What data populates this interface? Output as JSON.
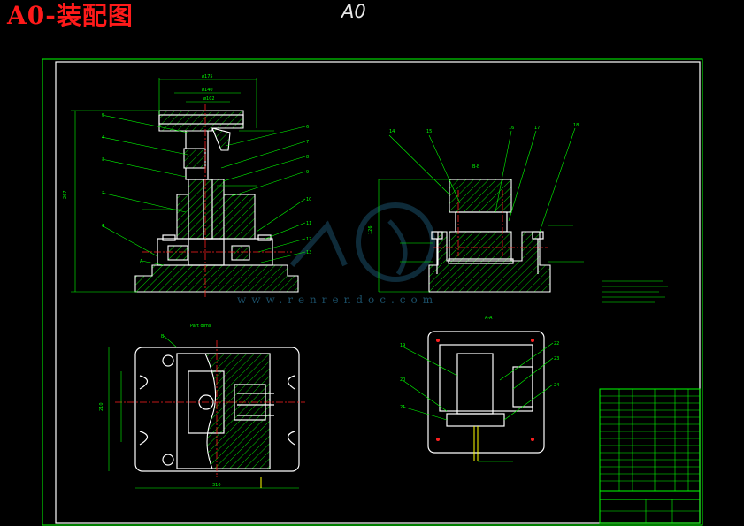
{
  "header": {
    "sheet_title": "A0-装配图",
    "size_label": "A0"
  },
  "watermark": {
    "url": "www.renrendoc.com"
  },
  "colors": {
    "background": "#000000",
    "frame": "#00ff00",
    "outline": "#ffffff",
    "centerline": "#ff2020",
    "title": "#ff1a1a",
    "watermark": "#1b4f68"
  }
}
